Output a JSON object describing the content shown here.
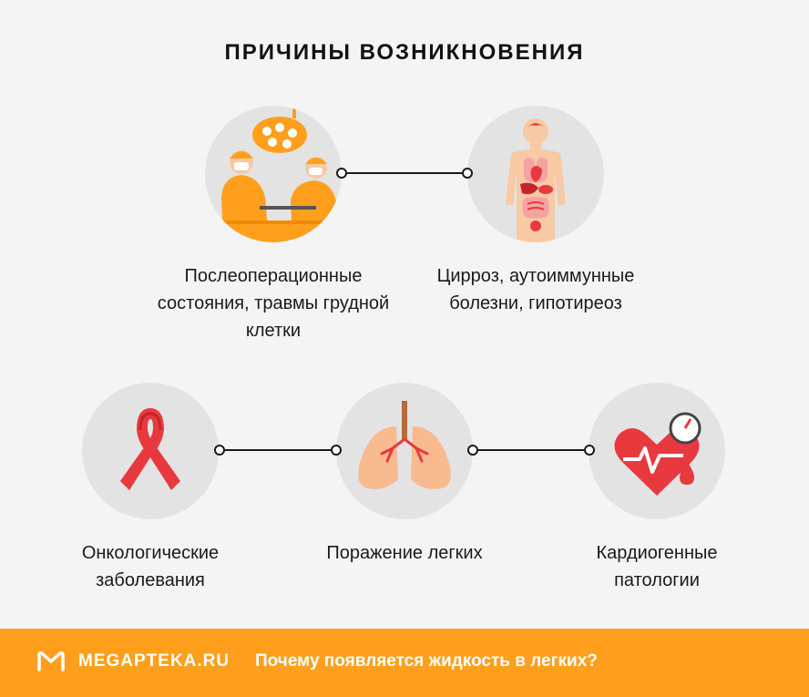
{
  "title": "ПРИЧИНЫ ВОЗНИКНОВЕНИЯ",
  "causes": [
    {
      "label": "Послеоперационные состояния, травмы грудной клетки",
      "icon": "surgeons-icon"
    },
    {
      "label": "Цирроз, аутоиммунные болезни, гипотиреоз",
      "icon": "body-organs-icon"
    },
    {
      "label": "Онкологические заболевания",
      "icon": "cancer-ribbon-icon"
    },
    {
      "label": "Поражение легких",
      "icon": "lungs-icon"
    },
    {
      "label": "Кардиогенные патологии",
      "icon": "heart-pressure-icon"
    }
  ],
  "footer": {
    "brand": "MEGAPTEKA.RU",
    "question": "Почему появляется жидкость в легких?"
  },
  "colors": {
    "accent": "#ff9f1c",
    "circle": "#e3e3e3",
    "red": "#e8393f",
    "background": "#f4f4f4"
  }
}
